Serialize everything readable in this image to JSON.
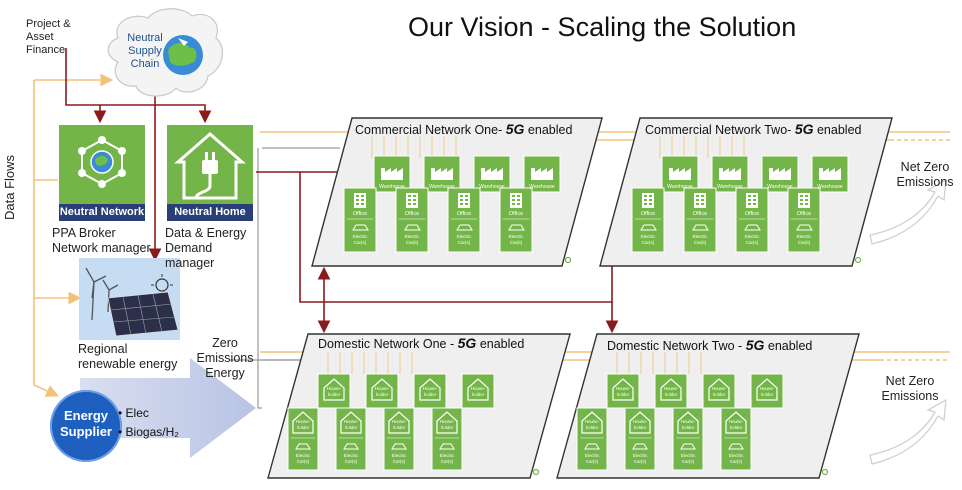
{
  "title": "Our Vision - Scaling the Solution",
  "project_finance": "Project & Asset Finance",
  "supply_chain": "Neutral Supply Chain",
  "data_flows": "Data Flows",
  "neutral_network": {
    "label": "Neutral Network",
    "caption": "PPA Broker Network manager"
  },
  "neutral_home": {
    "label": "Neutral Home",
    "caption": "Data & Energy Demand manager"
  },
  "regional": "Regional renewable energy",
  "zero_emissions": "Zero Emissions Energy",
  "supplier": {
    "label": "Energy Supplier",
    "items": [
      "Elec",
      "Biogas/H₂"
    ]
  },
  "networks": [
    {
      "name": "Commercial Network One-",
      "badge": "5G",
      "suffix": "enabled",
      "type": "commercial"
    },
    {
      "name": "Commercial Network Two-",
      "badge": "5G",
      "suffix": "enabled",
      "type": "commercial"
    },
    {
      "name": "Domestic Network One -",
      "badge": "5G",
      "suffix": "enabled",
      "type": "domestic"
    },
    {
      "name": "Domestic Network Two -",
      "badge": "5G",
      "suffix": "enabled",
      "type": "domestic"
    }
  ],
  "tiles": {
    "warehouse": "Warehouse",
    "office": "Office",
    "ev": "Electric Car(s)",
    "householder": "House-holder"
  },
  "net_zero": "Net Zero Emissions",
  "colors": {
    "green": "#74b54a",
    "navy": "#2a3f78",
    "arrow_red": "#8b1a1a",
    "flow_orange": "#f2c27a",
    "panel_grey": "#efefef"
  }
}
